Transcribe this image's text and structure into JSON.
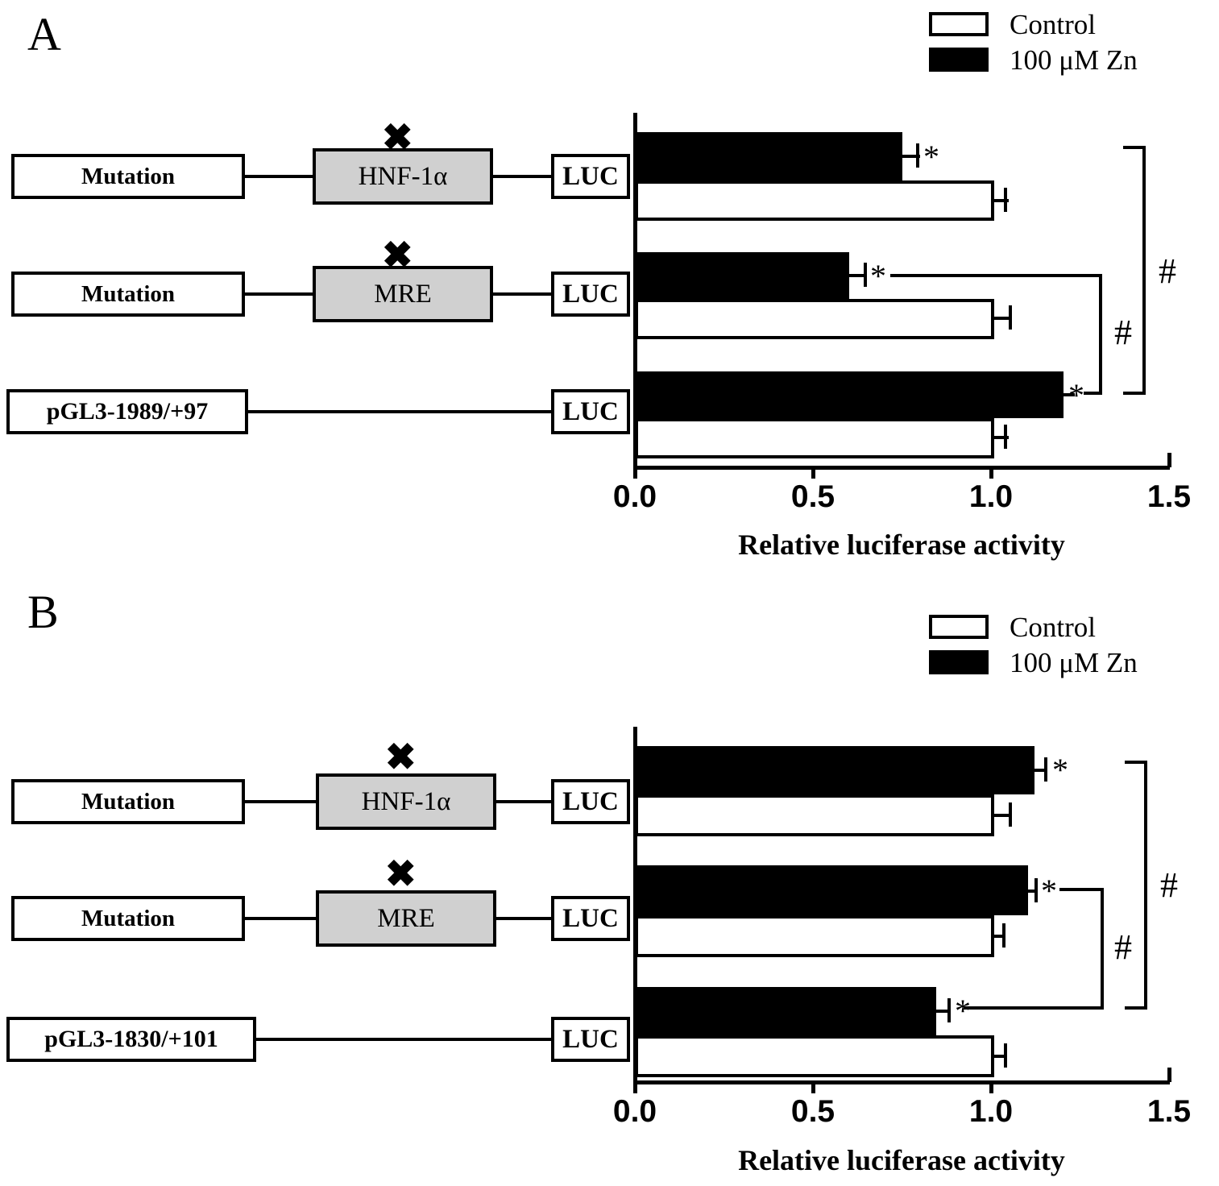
{
  "figure": {
    "panels": [
      {
        "letter": "A",
        "legend": [
          {
            "label": "Control",
            "style": "open"
          },
          {
            "label": "100 μM Zn",
            "style": "filled"
          }
        ],
        "axis": {
          "title": "Relative luciferase activity",
          "ticks": [
            "0.0",
            "0.5",
            "1.0",
            "1.5"
          ],
          "min": 0.0,
          "max": 1.5
        },
        "constructs": [
          {
            "promoter": "Mutation",
            "element": "HNF-1α",
            "reporter": "LUC",
            "mutated": true,
            "xmark": "✖"
          },
          {
            "promoter": "Mutation",
            "element": "MRE",
            "reporter": "LUC",
            "mutated": true,
            "xmark": "✖"
          },
          {
            "promoter": "pGL3-1989/+97",
            "element": "",
            "reporter": "LUC",
            "mutated": false,
            "xmark": ""
          }
        ],
        "bars": [
          {
            "zn": 0.75,
            "zn_err": 0.035,
            "zn_sig": "*",
            "control": 1.0,
            "control_err": 0.035,
            "control_sig": ""
          },
          {
            "zn": 0.6,
            "zn_err": 0.035,
            "zn_sig": "*",
            "control": 1.0,
            "control_err": 0.045,
            "control_sig": ""
          },
          {
            "zn": 1.2,
            "zn_err": 0.025,
            "zn_sig": "*",
            "control": 1.0,
            "control_err": 0.035,
            "control_sig": ""
          }
        ],
        "comparisons": [
          {
            "label": "#",
            "from_row": 2,
            "to_row": 3,
            "level": "inner"
          },
          {
            "label": "#",
            "from_row": 1,
            "to_row": 3,
            "level": "outer"
          }
        ]
      },
      {
        "letter": "B",
        "legend": [
          {
            "label": "Control",
            "style": "open"
          },
          {
            "label": "100 μM Zn",
            "style": "filled"
          }
        ],
        "axis": {
          "title": "Relative luciferase activity",
          "ticks": [
            "0.0",
            "0.5",
            "1.0",
            "1.5"
          ],
          "min": 0.0,
          "max": 1.5
        },
        "constructs": [
          {
            "promoter": "Mutation",
            "element": "HNF-1α",
            "reporter": "LUC",
            "mutated": true,
            "xmark": "✖"
          },
          {
            "promoter": "Mutation",
            "element": "MRE",
            "reporter": "LUC",
            "mutated": true,
            "xmark": "✖"
          },
          {
            "promoter": "pGL3-1830/+101",
            "element": "",
            "reporter": "LUC",
            "mutated": false,
            "xmark": ""
          }
        ],
        "bars": [
          {
            "zn": 1.12,
            "zn_err": 0.03,
            "zn_sig": "*",
            "control": 1.0,
            "control_err": 0.035,
            "control_sig": ""
          },
          {
            "zn": 1.1,
            "zn_err": 0.025,
            "zn_sig": "*",
            "control": 1.0,
            "control_err": 0.025,
            "control_sig": ""
          },
          {
            "zn": 0.84,
            "zn_err": 0.025,
            "zn_sig": "*",
            "control": 1.0,
            "control_err": 0.03,
            "control_sig": ""
          }
        ],
        "comparisons": [
          {
            "label": "#",
            "from_row": 2,
            "to_row": 3,
            "level": "inner"
          },
          {
            "label": "#",
            "from_row": 1,
            "to_row": 3,
            "level": "outer"
          }
        ]
      }
    ]
  },
  "chart_data": [
    {
      "type": "bar",
      "panel": "A",
      "orientation": "horizontal",
      "title": "",
      "xlabel": "Relative luciferase activity",
      "ylabel": "",
      "xlim": [
        0.0,
        1.5
      ],
      "xticks": [
        0.0,
        0.5,
        1.0,
        1.5
      ],
      "grid": false,
      "legend_position": "top-right",
      "categories": [
        "HNF-1α Mutation",
        "MRE Mutation",
        "pGL3-1989/+97"
      ],
      "series": [
        {
          "name": "Control",
          "values": [
            1.0,
            1.0,
            1.0
          ],
          "errors": [
            0.035,
            0.045,
            0.035
          ],
          "color": "#ffffff"
        },
        {
          "name": "100 μM Zn",
          "values": [
            0.75,
            0.6,
            1.2
          ],
          "errors": [
            0.035,
            0.035,
            0.025
          ],
          "color": "#000000"
        }
      ],
      "annotations": [
        "* on all 100 μM Zn bars",
        "# between MRE mutation and pGL3-1989/+97",
        "# between HNF-1α mutation and pGL3-1989/+97"
      ]
    },
    {
      "type": "bar",
      "panel": "B",
      "orientation": "horizontal",
      "title": "",
      "xlabel": "Relative luciferase activity",
      "ylabel": "",
      "xlim": [
        0.0,
        1.5
      ],
      "xticks": [
        0.0,
        0.5,
        1.0,
        1.5
      ],
      "grid": false,
      "legend_position": "top-right",
      "categories": [
        "HNF-1α Mutation",
        "MRE Mutation",
        "pGL3-1830/+101"
      ],
      "series": [
        {
          "name": "Control",
          "values": [
            1.0,
            1.0,
            1.0
          ],
          "errors": [
            0.035,
            0.025,
            0.03
          ],
          "color": "#ffffff"
        },
        {
          "name": "100 μM Zn",
          "values": [
            1.12,
            1.1,
            0.84
          ],
          "errors": [
            0.03,
            0.025,
            0.025
          ],
          "color": "#000000"
        }
      ],
      "annotations": [
        "* on all 100 μM Zn bars",
        "# between MRE mutation and pGL3-1830/+101",
        "# between HNF-1α mutation and pGL3-1830/+101"
      ]
    }
  ]
}
